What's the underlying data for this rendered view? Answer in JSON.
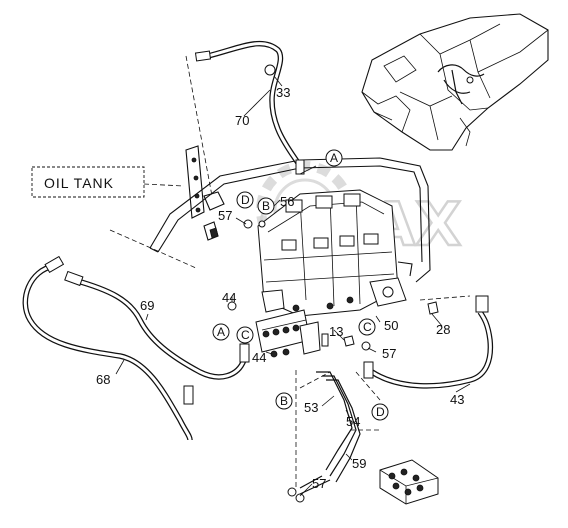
{
  "diagram": {
    "oil_tank_label": "OIL TANK",
    "watermark_text": "OMAX",
    "part_numbers": [
      {
        "id": "p33",
        "text": "33"
      },
      {
        "id": "p70",
        "text": "70"
      },
      {
        "id": "p56",
        "text": "56"
      },
      {
        "id": "p57a",
        "text": "57"
      },
      {
        "id": "p44a",
        "text": "44"
      },
      {
        "id": "p69",
        "text": "69"
      },
      {
        "id": "p68",
        "text": "68"
      },
      {
        "id": "p44b",
        "text": "44"
      },
      {
        "id": "p13",
        "text": "13"
      },
      {
        "id": "p50",
        "text": "50"
      },
      {
        "id": "p28",
        "text": "28"
      },
      {
        "id": "p57b",
        "text": "57"
      },
      {
        "id": "p43",
        "text": "43"
      },
      {
        "id": "p53",
        "text": "53"
      },
      {
        "id": "p54",
        "text": "54"
      },
      {
        "id": "p59",
        "text": "59"
      },
      {
        "id": "p57c",
        "text": "57"
      }
    ],
    "callouts": [
      {
        "id": "cA1",
        "letter": "A"
      },
      {
        "id": "cD1",
        "letter": "D"
      },
      {
        "id": "cB1",
        "letter": "B"
      },
      {
        "id": "cA2",
        "letter": "A"
      },
      {
        "id": "cC1",
        "letter": "C"
      },
      {
        "id": "cC2",
        "letter": "C"
      },
      {
        "id": "cB2",
        "letter": "B"
      },
      {
        "id": "cD2",
        "letter": "D"
      }
    ]
  }
}
